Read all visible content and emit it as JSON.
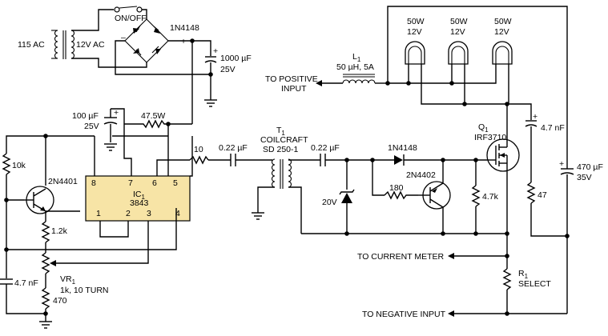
{
  "labels": {
    "ac_in": "115 AC",
    "ac_out": "12V AC",
    "switch": "ON/OFF",
    "bridge_diode": "1N4148",
    "bridge_minus": "–",
    "bridge_plus": "+",
    "cap1000_value": "1000 µF",
    "cap1000_voltage": "25V",
    "cap1000_plus": "+",
    "cap100_value": "100 µF",
    "cap100_voltage": "25V",
    "cap100_plus": "+",
    "res47_5": "47.5W",
    "res10k": "10k",
    "transistor_2n4401": "2N4401",
    "ic_name": "IC",
    "ic_sub": "1",
    "ic_part": "3843",
    "pin8": "8",
    "pin7": "7",
    "pin6": "6",
    "pin5": "5",
    "pin1": "1",
    "pin2": "2",
    "pin3": "3",
    "pin4": "4",
    "res1_2k": "1.2k",
    "vr_name": "VR",
    "vr_sub": "1",
    "vr_value": "1k, 10 TURN",
    "cap4_7nf_left": "4.7 nF",
    "res470": "470",
    "res10": "10",
    "cap022a": "0.22 µF",
    "t1_name": "T",
    "t1_sub": "1",
    "t1_make": "COILCRAFT",
    "t1_part": "SD 250-1",
    "cap022b": "0.22 µF",
    "diode_1n4148": "1N4148",
    "transistor_2n4402": "2N4402",
    "res180": "180",
    "zener": "20V",
    "res4_7k": "4.7k",
    "q1_name": "Q",
    "q1_sub": "1",
    "q1_part": "IRF3710",
    "cap4_7nf_right": "4.7 nF",
    "cap4_7nf_right_plus": "+",
    "res47": "47",
    "cap470_value": "470 µF",
    "cap470_voltage": "35V",
    "cap470_plus": "+",
    "l1_name": "L",
    "l1_sub": "1",
    "l1_value": "50 µH, 5A",
    "to_positive_1": "TO POSITIVE",
    "to_positive_2": "INPUT",
    "lamp_power": "50W",
    "lamp_voltage": "12V",
    "to_current_meter": "TO CURRENT METER",
    "r1_name": "R",
    "r1_sub": "1",
    "r1_select": "SELECT",
    "to_negative": "TO NEGATIVE INPUT"
  }
}
